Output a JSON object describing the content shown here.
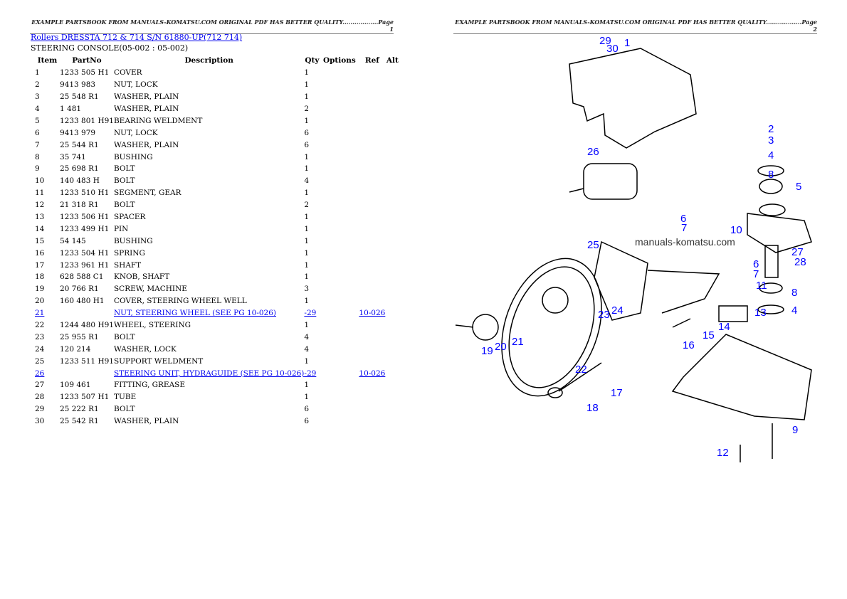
{
  "header": {
    "left": "EXAMPLE PARTSBOOK FROM MANUALS-KOMATSU.COM ORIGINAL PDF HAS BETTER QUALITY..................Page 1",
    "right": "EXAMPLE PARTSBOOK FROM MANUALS-KOMATSU.COM ORIGINAL PDF HAS BETTER QUALITY..................Page 2"
  },
  "title": "Rollers DRESSTA 712 & 714 S/N 61880-UP(712 714)",
  "subtitle": "STEERING CONSOLE(05-002 : 05-002)",
  "columns": [
    "Item",
    "PartNo",
    "Description",
    "Qty",
    "Options",
    "Ref",
    "Alt"
  ],
  "rows": [
    [
      "1",
      "1233 505 H1",
      "COVER",
      "1",
      "",
      ""
    ],
    [
      "2",
      "9413 983",
      "NUT, LOCK",
      "1",
      "",
      ""
    ],
    [
      "3",
      "25 548 R1",
      "WASHER, PLAIN",
      "1",
      "",
      ""
    ],
    [
      "4",
      "1 481",
      "WASHER, PLAIN",
      "2",
      "",
      ""
    ],
    [
      "5",
      "1233 801 H91",
      "BEARING WELDMENT",
      "1",
      "",
      ""
    ],
    [
      "6",
      "9413 979",
      "NUT, LOCK",
      "6",
      "",
      ""
    ],
    [
      "7",
      "25 544 R1",
      "WASHER, PLAIN",
      "6",
      "",
      ""
    ],
    [
      "8",
      "35 741",
      "BUSHING",
      "1",
      "",
      ""
    ],
    [
      "9",
      "25 698 R1",
      "BOLT",
      "1",
      "",
      ""
    ],
    [
      "10",
      "140 483 H",
      "BOLT",
      "4",
      "",
      ""
    ],
    [
      "11",
      "1233 510 H1",
      "SEGMENT, GEAR",
      "1",
      "",
      ""
    ],
    [
      "12",
      "21 318 R1",
      "BOLT",
      "2",
      "",
      ""
    ],
    [
      "13",
      "1233 506 H1",
      "SPACER",
      "1",
      "",
      ""
    ],
    [
      "14",
      "1233 499 H1",
      "PIN",
      "1",
      "",
      ""
    ],
    [
      "15",
      "54 145",
      "BUSHING",
      "1",
      "",
      ""
    ],
    [
      "16",
      "1233 504 H1",
      "SPRING",
      "1",
      "",
      ""
    ],
    [
      "17",
      "1233 961 H1",
      "SHAFT",
      "1",
      "",
      ""
    ],
    [
      "18",
      "628 588 C1",
      "KNOB, SHAFT",
      "1",
      "",
      ""
    ],
    [
      "19",
      "20 766 R1",
      "SCREW, MACHINE",
      "3",
      "",
      ""
    ],
    [
      "20",
      "160 480 H1",
      "COVER, STEERING WHEEL WELL",
      "1",
      "",
      ""
    ],
    [
      "21",
      "",
      "NUT, STEERING WHEEL (SEE PG 10-026)",
      "-29",
      "10-026",
      "link"
    ],
    [
      "22",
      "1244 480 H91",
      "WHEEL, STEERING",
      "1",
      "",
      ""
    ],
    [
      "23",
      "25 955 R1",
      "BOLT",
      "4",
      "",
      ""
    ],
    [
      "24",
      "120 214",
      "WASHER, LOCK",
      "4",
      "",
      ""
    ],
    [
      "25",
      "1233 511 H91",
      "SUPPORT WELDMENT",
      "1",
      "",
      ""
    ],
    [
      "26",
      "",
      "STEERING UNIT, HYDRAGUIDE (SEE PG 10-026)",
      "-29",
      "10-026",
      "link"
    ],
    [
      "27",
      "109 461",
      "FITTING, GREASE",
      "1",
      "",
      ""
    ],
    [
      "28",
      "1233 507 H1",
      "TUBE",
      "1",
      "",
      ""
    ],
    [
      "29",
      "25 222 R1",
      "BOLT",
      "6",
      "",
      ""
    ],
    [
      "30",
      "25 542 R1",
      "WASHER, PLAIN",
      "6",
      "",
      ""
    ]
  ],
  "diagram": {
    "watermark": "manuals-komatsu.com",
    "callout_color": "#0000ff",
    "callouts": [
      "29",
      "30",
      "1",
      "26",
      "2",
      "3",
      "4",
      "8",
      "5",
      "6",
      "7",
      "10",
      "25",
      "27",
      "28",
      "6",
      "7",
      "11",
      "8",
      "4",
      "13",
      "23",
      "24",
      "21",
      "20",
      "19",
      "14",
      "15",
      "16",
      "22",
      "17",
      "18",
      "9",
      "12"
    ]
  }
}
